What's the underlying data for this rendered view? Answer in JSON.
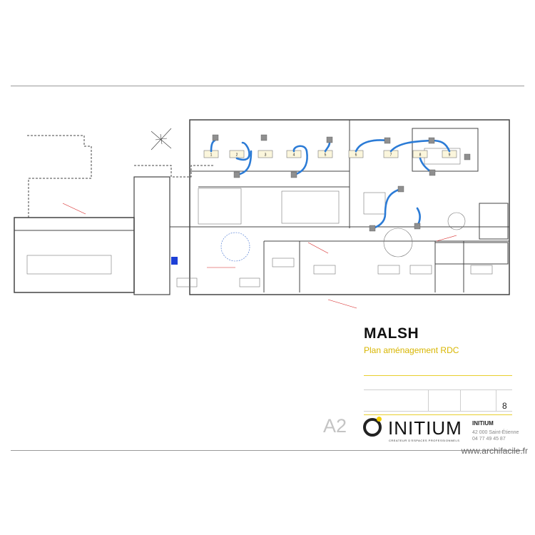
{
  "project": {
    "title": "MALSH",
    "subtitle": "Plan aménagement RDC"
  },
  "sheet": {
    "number": "8",
    "format": "A2"
  },
  "brand": {
    "logo_text": "INITIUM",
    "tagline": "CREATEUR D'ESPACES PROFESSIONNELS",
    "company_name": "INITIUM",
    "address_line_1": "42 000 Saint-Étienne",
    "address_line_2": "04 77 49 45 87"
  },
  "watermark": "www.archifacile.fr",
  "desk_numbers": [
    "1",
    "2",
    "3",
    "4",
    "5",
    "6",
    "7",
    "8",
    "9"
  ],
  "colors": {
    "wall": "#444444",
    "cable": "#2b7bd6",
    "annotation": "#d62020",
    "accent": "#e8cf2e",
    "server": "#1d3fd6"
  }
}
